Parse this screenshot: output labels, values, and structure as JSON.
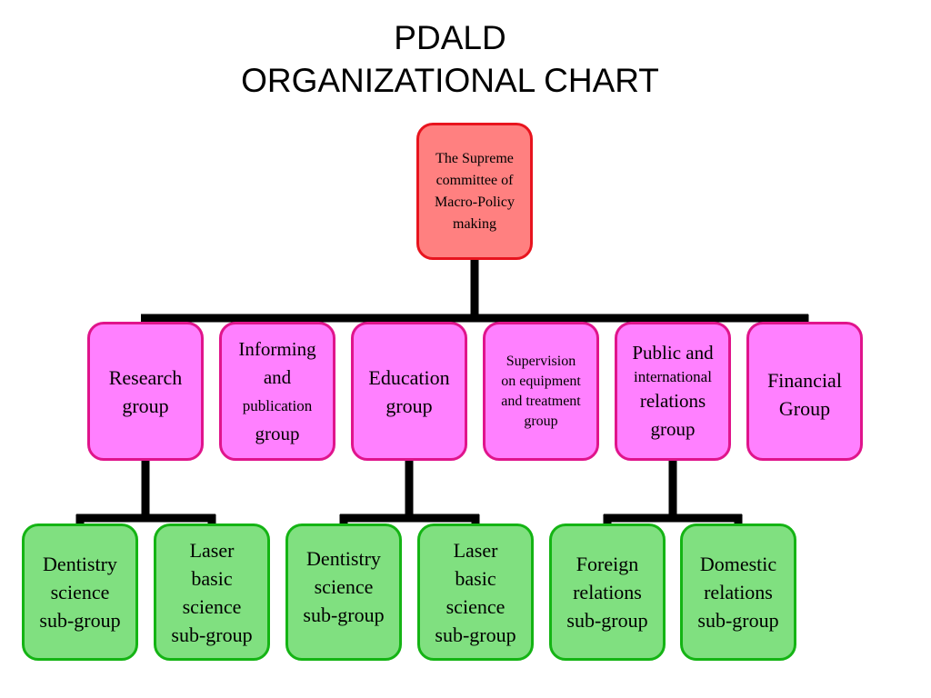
{
  "title": {
    "line1": "PDALD",
    "line2": "ORGANIZATIONAL CHART"
  },
  "root": {
    "lines": [
      "The Supreme",
      "committee of",
      "Macro-Policy",
      "making"
    ]
  },
  "groups": {
    "research": [
      "Research",
      "group"
    ],
    "informing": [
      "Informing",
      "and",
      "publication",
      "group"
    ],
    "education": [
      "Education",
      "group"
    ],
    "supervision": [
      "Supervision",
      "on equipment",
      "and treatment",
      "group"
    ],
    "public": [
      "Public and",
      "international",
      "relations",
      "group"
    ],
    "financial": [
      "Financial",
      "Group"
    ]
  },
  "subgroups": {
    "research_dentistry": [
      "Dentistry",
      "science",
      "sub-group"
    ],
    "research_laser": [
      "Laser",
      "basic",
      "science",
      "sub-group"
    ],
    "education_dentistry": [
      "Dentistry",
      "science",
      "sub-group"
    ],
    "education_laser": [
      "Laser",
      "basic",
      "science",
      "sub-group"
    ],
    "public_foreign": [
      "Foreign",
      "relations",
      "sub-group"
    ],
    "public_domestic": [
      "Domestic",
      "relations",
      "sub-group"
    ]
  },
  "colors": {
    "root_fill": "#ff8080",
    "root_border": "#e8141e",
    "group_fill": "#ff80ff",
    "group_border": "#e0148c",
    "subgroup_fill": "#80e080",
    "subgroup_border": "#14b414",
    "connector": "#000000"
  }
}
